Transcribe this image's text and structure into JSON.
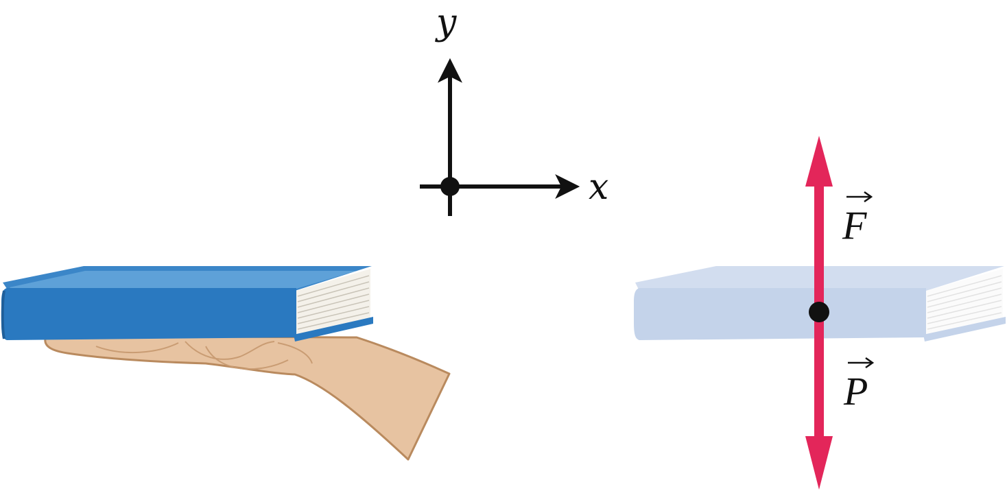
{
  "axes": {
    "y_label": "y",
    "x_label": "x"
  },
  "forces": {
    "up_label": "F",
    "down_label": "P"
  },
  "colors": {
    "book_solid": "#2a79c0",
    "book_faded": "#c4d3ea",
    "force_arrow": "#e3265a",
    "axis": "#111111",
    "hand": "#e7c3a1"
  }
}
